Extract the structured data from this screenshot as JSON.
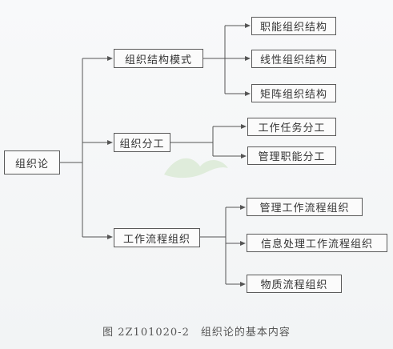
{
  "diagram": {
    "root": "组织论",
    "branches": [
      {
        "label": "组织结构模式",
        "children": [
          "职能组织结构",
          "线性组织结构",
          "矩阵组织结构"
        ]
      },
      {
        "label": "组织分工",
        "children": [
          "工作任务分工",
          "管理职能分工"
        ]
      },
      {
        "label": "工作流程组织",
        "children": [
          "管理工作流程组织",
          "信息处理工作流程组织",
          "物质流程组织"
        ]
      }
    ]
  },
  "caption": "图 2Z101020-2　组织论的基本内容"
}
